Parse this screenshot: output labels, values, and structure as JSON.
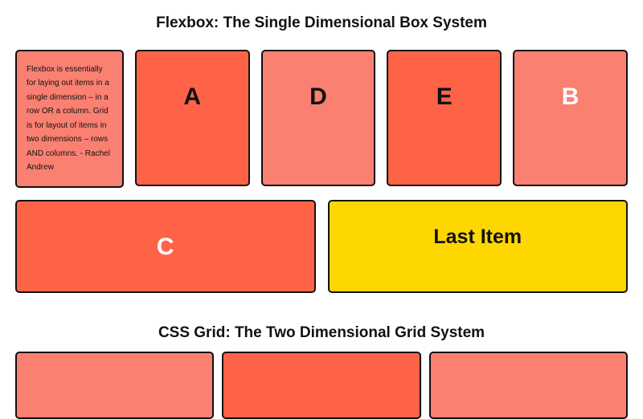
{
  "page": {
    "background": "#ffffff",
    "text_color": "#111111",
    "border_color": "#111111"
  },
  "palette": {
    "tomato": "#ff6347",
    "salmon": "#fa8072",
    "gold": "#ffd700",
    "white": "#ffffff",
    "black": "#111111"
  },
  "flexbox_section": {
    "title": "Flexbox: The Single Dimensional Box System",
    "quote": {
      "text": "Flexbox is essentially for laying out items in a single dimension – in a row OR a column. Grid is for layout of items in two dimensions – rows AND columns. - Rachel Andrew",
      "bg": "#fa8072",
      "fg": "#111111"
    },
    "items": [
      {
        "label": "A",
        "bg": "#ff6347",
        "fg": "#111111"
      },
      {
        "label": "D",
        "bg": "#fa8072",
        "fg": "#111111"
      },
      {
        "label": "E",
        "bg": "#ff6347",
        "fg": "#111111"
      },
      {
        "label": "B",
        "bg": "#fa8072",
        "fg": "#ffffff"
      },
      {
        "label": "C",
        "bg": "#ff6347",
        "fg": "#ffffff"
      },
      {
        "label": "Last Item",
        "bg": "#ffd700",
        "fg": "#111111"
      }
    ]
  },
  "grid_section": {
    "title": "CSS Grid: The Two Dimensional Grid System",
    "items": [
      {
        "label": "",
        "bg": "#fa8072"
      },
      {
        "label": "",
        "bg": "#ff6347"
      },
      {
        "label": "",
        "bg": "#fa8072"
      }
    ]
  }
}
